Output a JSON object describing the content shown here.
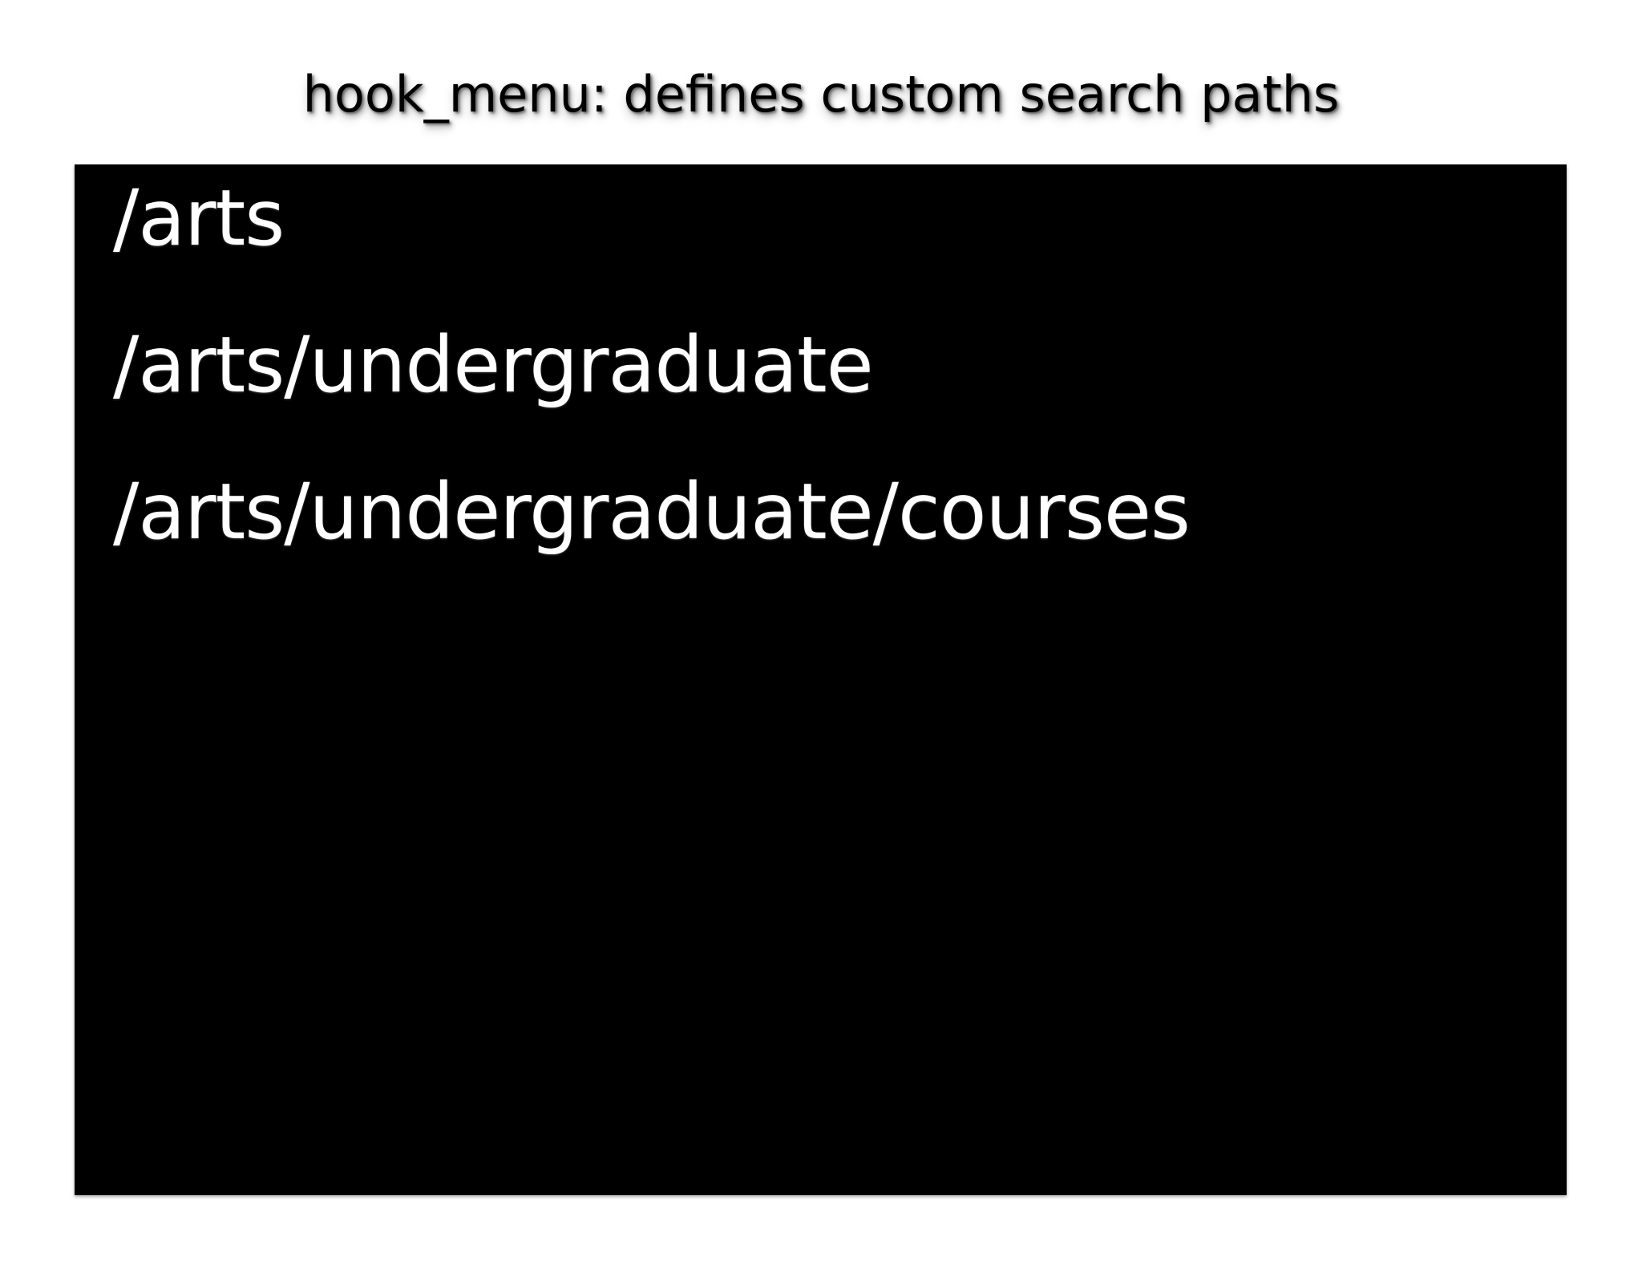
{
  "slide": {
    "background_color": "#ffffff",
    "title": "hook_menu: defines custom search paths"
  },
  "code_panel": {
    "background_color": "#000000",
    "text_color": "#ffffff",
    "lines": [
      "/arts",
      "/arts/undergraduate",
      "/arts/undergraduate/courses"
    ]
  }
}
